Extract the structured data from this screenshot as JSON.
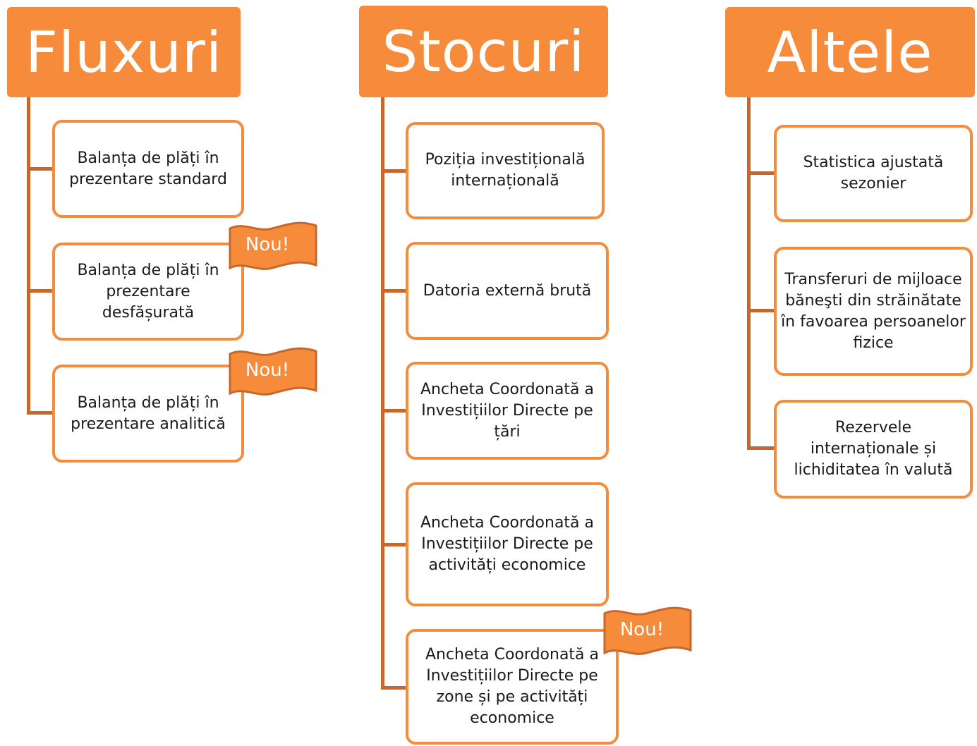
{
  "columns": {
    "fluxuri": {
      "title": "Fluxuri",
      "items": [
        "Balanța de plăți în prezentare standard",
        "Balanța de plăți în prezentare desfășurată",
        "Balanța de plăți în prezentare analitică"
      ]
    },
    "stocuri": {
      "title": "Stocuri",
      "items": [
        "Poziția investițională internațională",
        "Datoria externă brută",
        "Ancheta Coordonată a Investițiilor Directe pe țări",
        "Ancheta Coordonată a Investițiilor Directe pe activități economice",
        "Ancheta Coordonată a Investițiilor Directe pe zone și pe activități economice"
      ]
    },
    "altele": {
      "title": "Altele",
      "items": [
        "Statistica ajustată sezonier",
        "Transferuri de mijloace băneşti din străinătate în favoarea persoanelor fizice",
        "Rezervele internaționale și lichiditatea în valută"
      ]
    }
  },
  "badges": {
    "new_label": "Nou!"
  },
  "colors": {
    "header_fill": "#f58b3b",
    "connector": "#c8672b",
    "box_border": "#f58b3b",
    "flag_fill": "#f58b3b",
    "flag_outline": "#c8672b"
  }
}
